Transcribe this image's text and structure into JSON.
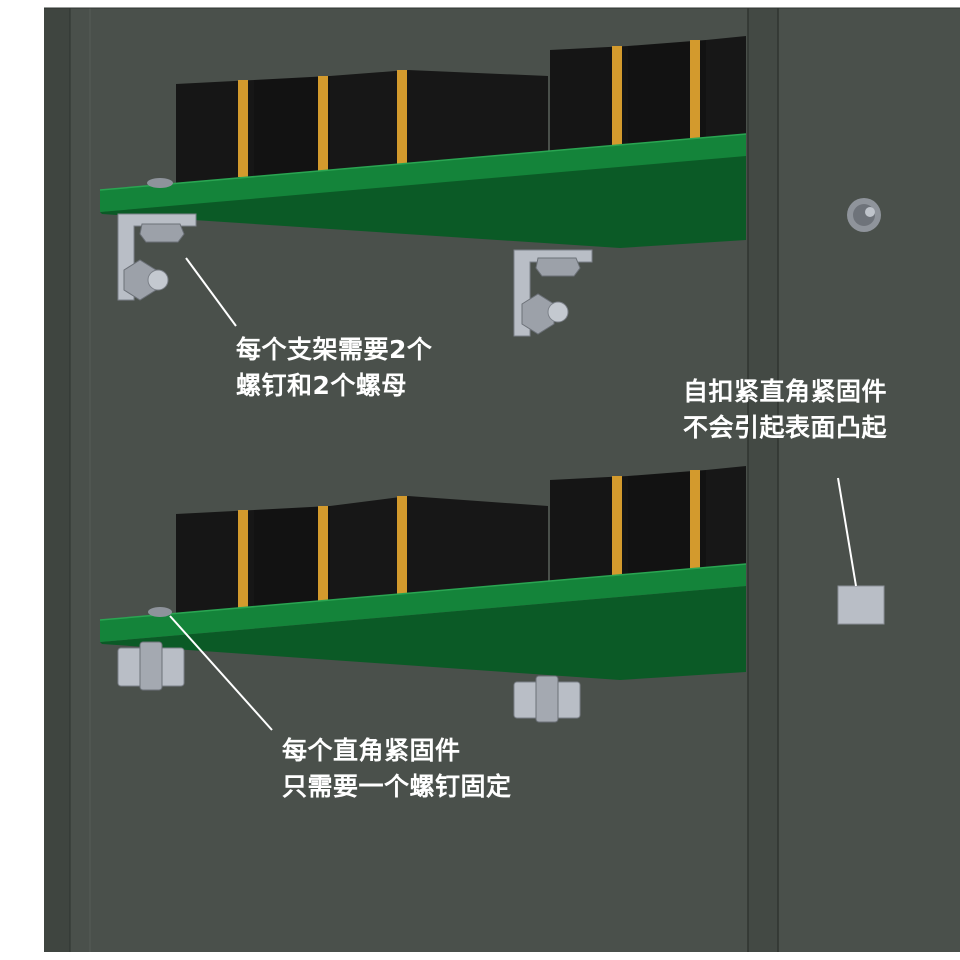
{
  "colors": {
    "panel": "#4a504b",
    "panel_dark": "#3f4540",
    "pcb": "#0f6a2e",
    "pcb_edge": "#14843a",
    "module": "#141414",
    "module_stripe": "#d39a2d",
    "metal": "#b9bec6",
    "leader": "#ffffff",
    "text": "#ffffff"
  },
  "annotations": {
    "brackets": {
      "line1": "每个支架需要2个",
      "line2": "螺钉和2个螺母"
    },
    "panel_fastener": {
      "line1": "自扣紧直角紧固件",
      "line2": "不会引起表面凸起"
    },
    "right_angle": {
      "line1": "每个直角紧固件",
      "line2": "只需要一个螺钉固定"
    }
  }
}
